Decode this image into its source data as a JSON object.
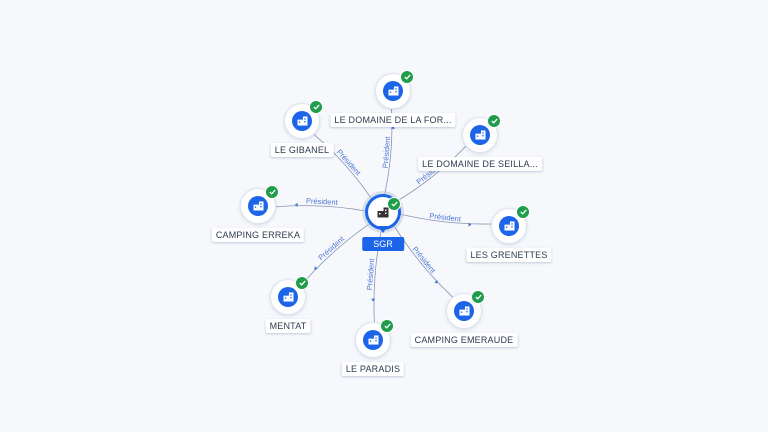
{
  "diagram": {
    "center": {
      "label": "SGR",
      "icon": "company-building-icon",
      "verified": true
    },
    "relation_label": "Président",
    "colors": {
      "node_fill": "#1c64e8",
      "verified_badge": "#1f9d4b",
      "edge": "#8796b5",
      "edge_label": "#4d76d6",
      "background": "#f6f8fc"
    },
    "nodes": [
      {
        "label": "LE DOMAINE DE LA FOR...",
        "verified": true
      },
      {
        "label": "LE DOMAINE DE SEILLA...",
        "verified": true
      },
      {
        "label": "LES GRENETTES",
        "verified": true
      },
      {
        "label": "CAMPING EMERAUDE",
        "verified": true
      },
      {
        "label": "LE PARADIS",
        "verified": true
      },
      {
        "label": "MENTAT",
        "verified": true
      },
      {
        "label": "CAMPING ERREKA",
        "verified": true
      },
      {
        "label": "LE GIBANEL",
        "verified": true
      }
    ]
  }
}
